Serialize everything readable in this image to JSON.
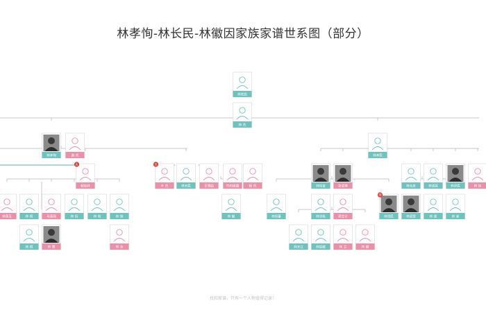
{
  "title": "林孝恂-林长民-林徽因家族家谱世系图（部分）",
  "footer": "找和家谱，只有一个人物值得记录！",
  "colors": {
    "male": "#6fc3bf",
    "female": "#ec8fa8",
    "line": "#c9c9c9",
    "badge": "#e03a2f",
    "highlight": "#a9d8dc"
  },
  "persons": [
    {
      "id": "p1",
      "name": "林在彪",
      "gender": "male",
      "photo": "placeholder"
    },
    {
      "id": "p2",
      "name": "林 氏",
      "gender": "male",
      "photo": "placeholder"
    },
    {
      "id": "p3",
      "name": "林孝恂",
      "gender": "male",
      "photo": "portrait"
    },
    {
      "id": "p4",
      "name": "游 氏",
      "gender": "female",
      "photo": "placeholder"
    },
    {
      "id": "p5",
      "name": "林孝民",
      "gender": "male",
      "photo": "placeholder"
    },
    {
      "id": "p6",
      "name": "程桂林",
      "gender": "female",
      "photo": "placeholder",
      "badge": "夫"
    },
    {
      "id": "p7",
      "name": "叶 氏",
      "gender": "female",
      "photo": "placeholder",
      "badge": "元"
    },
    {
      "id": "p8",
      "name": "林天民",
      "gender": "male",
      "photo": "placeholder"
    },
    {
      "id": "p9",
      "name": "王雪姑",
      "gender": "female",
      "photo": "placeholder"
    },
    {
      "id": "p10",
      "name": "竹村缘霜",
      "gender": "female",
      "photo": "placeholder"
    },
    {
      "id": "p11",
      "name": "程 氏",
      "gender": "female",
      "photo": "placeholder"
    },
    {
      "id": "p12",
      "name": "林恒宝",
      "gender": "male",
      "photo": "portrait"
    },
    {
      "id": "p13",
      "name": "张爱琳",
      "gender": "female",
      "photo": "portrait"
    },
    {
      "id": "p14",
      "name": "林元泉",
      "gender": "male",
      "photo": "placeholder"
    },
    {
      "id": "p15",
      "name": "林谱英",
      "gender": "male",
      "photo": "placeholder"
    },
    {
      "id": "p16",
      "name": "林尹民",
      "gender": "male",
      "photo": "portrait"
    },
    {
      "id": "p17",
      "name": "林 如",
      "gender": "female",
      "photo": "placeholder"
    },
    {
      "id": "p18",
      "name": "林燕玉",
      "gender": "female",
      "photo": "placeholder"
    },
    {
      "id": "p19",
      "name": "林 桓",
      "gender": "male",
      "photo": "placeholder"
    },
    {
      "id": "p20",
      "name": "马荫燕",
      "gender": "female",
      "photo": "placeholder"
    },
    {
      "id": "p21",
      "name": "林 恒",
      "gender": "male",
      "photo": "placeholder"
    },
    {
      "id": "p22",
      "name": "林 暄",
      "gender": "male",
      "photo": "placeholder"
    },
    {
      "id": "p23",
      "name": "林 煊",
      "gender": "male",
      "photo": "placeholder"
    },
    {
      "id": "p24",
      "name": "林 徽",
      "gender": "male",
      "photo": "placeholder"
    },
    {
      "id": "p25",
      "name": "林 璎",
      "gender": "female",
      "photo": "portrait"
    },
    {
      "id": "p26",
      "name": "林 冰",
      "gender": "female",
      "photo": "placeholder"
    },
    {
      "id": "p27",
      "name": "林 桓",
      "gender": "male",
      "photo": "placeholder"
    },
    {
      "id": "p28",
      "name": "林恒蕃",
      "gender": "male",
      "photo": "placeholder"
    },
    {
      "id": "p29",
      "name": "林洪枢",
      "gender": "male",
      "photo": "placeholder"
    },
    {
      "id": "p30",
      "name": "郭艾仑",
      "gender": "female",
      "photo": "placeholder"
    },
    {
      "id": "p31",
      "name": "林觉民",
      "gender": "male",
      "photo": "portrait",
      "badge": "烈"
    },
    {
      "id": "p32",
      "name": "林碧雯",
      "gender": "male",
      "photo": "portrait"
    },
    {
      "id": "p33",
      "name": "林 遥",
      "gender": "male",
      "photo": "placeholder"
    },
    {
      "id": "p34",
      "name": "林 遂",
      "gender": "male",
      "photo": "placeholder"
    },
    {
      "id": "p35",
      "name": "林天立",
      "gender": "male",
      "photo": "placeholder"
    },
    {
      "id": "p36",
      "name": "林振耀",
      "gender": "male",
      "photo": "placeholder"
    },
    {
      "id": "p37",
      "name": "林 兰",
      "gender": "female",
      "photo": "placeholder"
    },
    {
      "id": "p38",
      "name": "林 娜",
      "gender": "female",
      "photo": "placeholder"
    }
  ]
}
